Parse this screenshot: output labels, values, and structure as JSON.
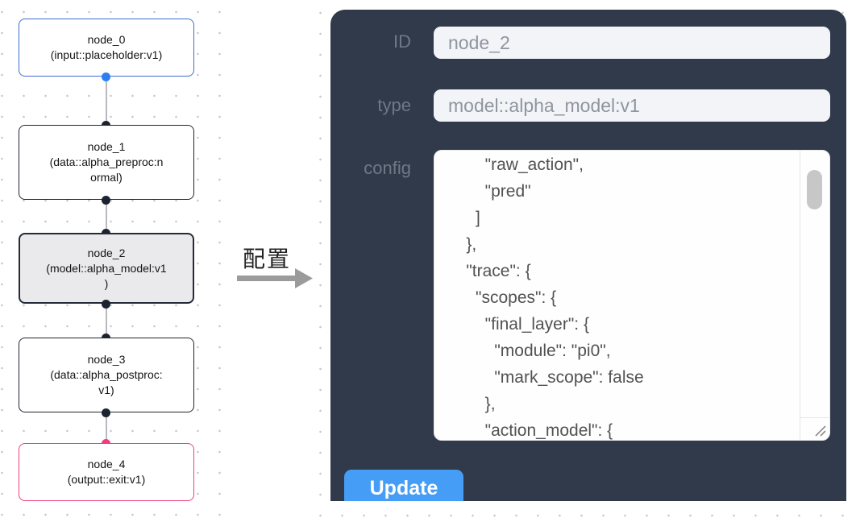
{
  "flow": {
    "nodes": [
      {
        "variant": "input",
        "lines": [
          "node_0",
          "(input::placeholder:v1)"
        ]
      },
      {
        "variant": "default",
        "lines": [
          "node_1",
          "(data::alpha_preproc:n",
          "ormal)"
        ]
      },
      {
        "variant": "selected",
        "lines": [
          "node_2",
          "(model::alpha_model:v1",
          ")"
        ]
      },
      {
        "variant": "default",
        "lines": [
          "node_3",
          "(data::alpha_postproc:",
          "v1)"
        ]
      },
      {
        "variant": "output",
        "lines": [
          "node_4",
          "(output::exit:v1)"
        ]
      }
    ]
  },
  "annotation": {
    "label": "配置"
  },
  "panel": {
    "id_label": "ID",
    "id_value": "node_2",
    "type_label": "type",
    "type_value": "model::alpha_model:v1",
    "config_label": "config",
    "config_text": "        \"raw_action\",\n        \"pred\"\n      ]\n    },\n    \"trace\": {\n      \"scopes\": {\n        \"final_layer\": {\n          \"module\": \"pi0\",\n          \"mark_scope\": false\n        },\n        \"action_model\": {",
    "update_label": "Update"
  },
  "colors": {
    "panel-bg": "#303a4a",
    "button-blue": "#459df6",
    "node-blue": "#3e6ed0",
    "node-pink": "#ee3f7f",
    "port-blue": "#2d7ff0",
    "port-pink": "#f23a7d",
    "port-dark": "#1c2330"
  }
}
